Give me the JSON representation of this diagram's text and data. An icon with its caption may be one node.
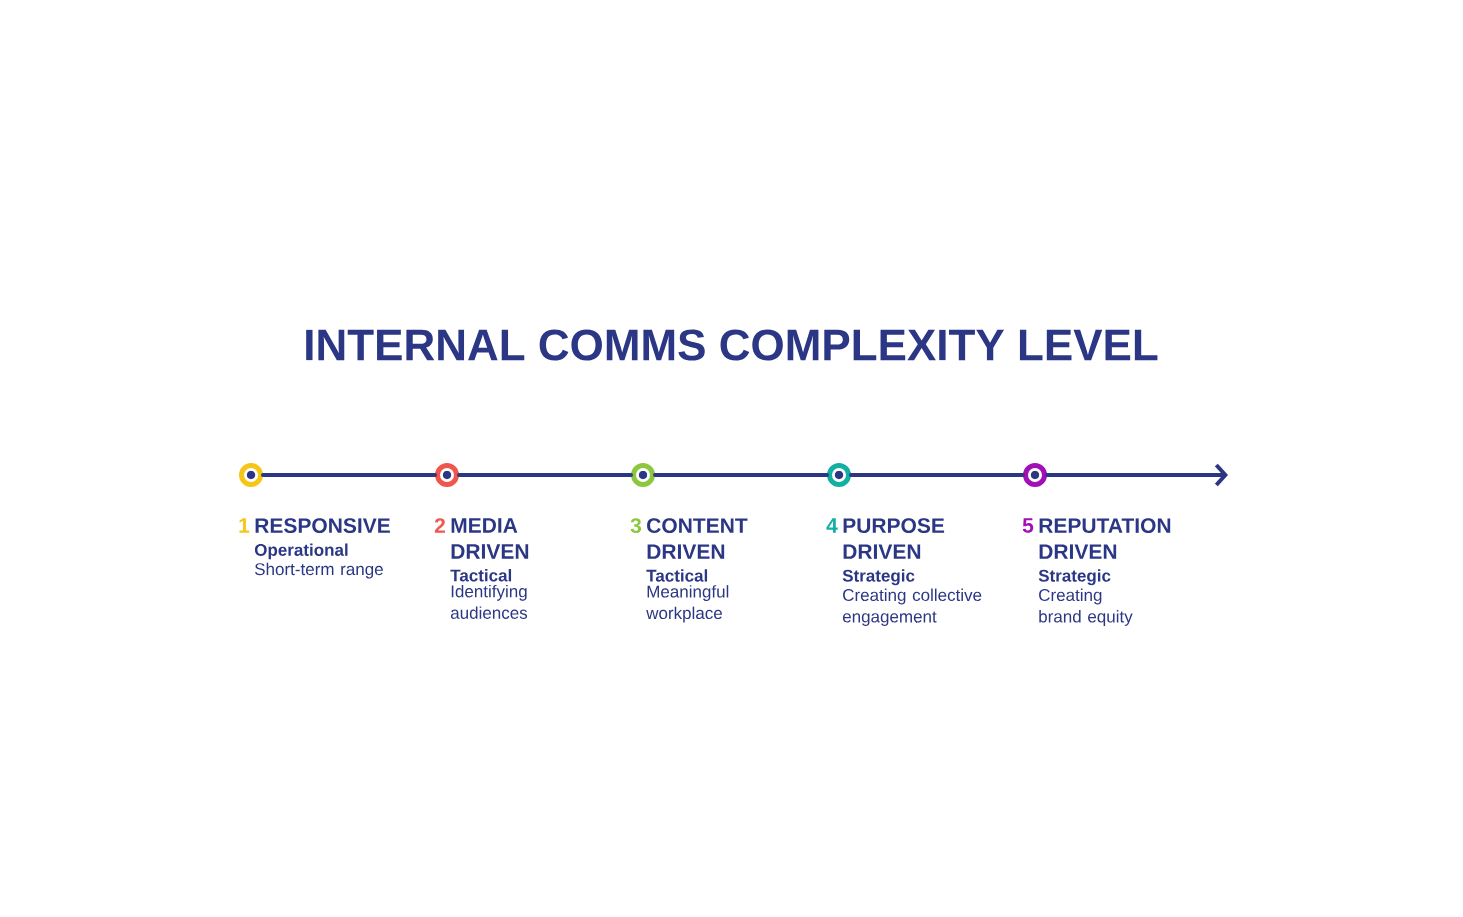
{
  "diagram": {
    "title": "INTERNAL COMMS COMPLEXITY LEVEL",
    "nodes": [
      {
        "text": [],
        "shape": "circle",
        "beside": [
          "1",
          "RESPONSIVE",
          "Operational",
          "Short-term range"
        ]
      },
      {
        "text": [],
        "shape": "circle",
        "beside": [
          "2",
          "MEDIA DRIVEN",
          "Tactical",
          "Identifying audiences"
        ]
      },
      {
        "text": [],
        "shape": "circle",
        "beside": [
          "3",
          "CONTENT DRIVEN",
          "Tactical",
          "Meaningful workplace"
        ]
      },
      {
        "text": [],
        "shape": "circle",
        "beside": [
          "4",
          "PURPOSE DRIVEN",
          "Strategic",
          "Creating collective engagement"
        ]
      },
      {
        "text": [],
        "shape": "circle",
        "beside": [
          "5",
          "REPUTATION DRIVEN",
          "Strategic",
          "Creating brand equity"
        ]
      }
    ],
    "edges": [
      {
        "from": 0,
        "to": 1,
        "arrow": "none"
      },
      {
        "from": 1,
        "to": 2,
        "arrow": "none"
      },
      {
        "from": 2,
        "to": 3,
        "arrow": "none"
      },
      {
        "from": 3,
        "to": 4,
        "arrow": "none"
      },
      {
        "from": 4,
        "to": null,
        "arrow": "to"
      }
    ]
  }
}
